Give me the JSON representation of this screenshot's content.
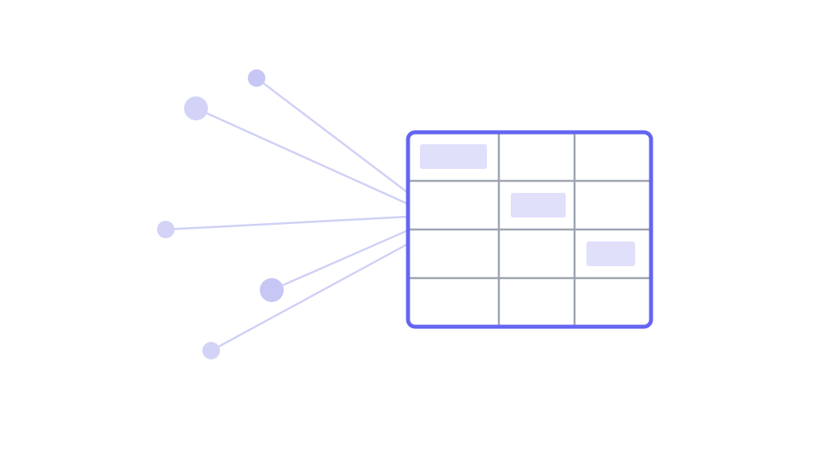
{
  "colors": {
    "background": "#ffffff",
    "table_border": "#6366f1",
    "grid_line": "#9ca3af",
    "highlight_cell": "#e0e0fb",
    "connector_line": "#cfd0f5",
    "node_light": "#d2d3f7",
    "node_medium": "#c6c7f4"
  },
  "table": {
    "rows": 4,
    "columns": 3,
    "highlighted_cells": [
      {
        "row": 0,
        "col": 0
      },
      {
        "row": 1,
        "col": 1
      },
      {
        "row": 2,
        "col": 2
      }
    ]
  },
  "nodes": [
    {
      "id": "node-1",
      "tone": "medium"
    },
    {
      "id": "node-2",
      "tone": "light"
    },
    {
      "id": "node-3",
      "tone": "light"
    },
    {
      "id": "node-4",
      "tone": "medium"
    },
    {
      "id": "node-5",
      "tone": "light"
    }
  ]
}
